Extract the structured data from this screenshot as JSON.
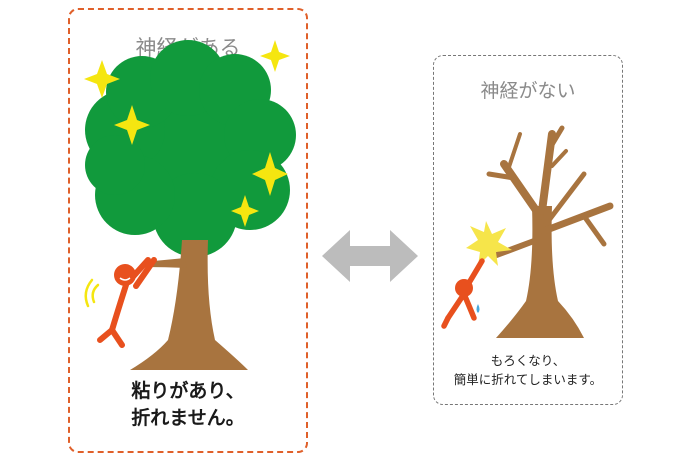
{
  "left_panel": {
    "title": "神経がある",
    "caption_line1": "粘りがあり、",
    "caption_line2": "折れません。"
  },
  "right_panel": {
    "title": "神経がない",
    "caption_line1": "もろくなり、",
    "caption_line2": "簡単に折れてしまいます。"
  },
  "colors": {
    "left_border": "#e0602a",
    "right_border": "#777777",
    "foliage": "#119a3c",
    "trunk": "#a8743f",
    "figure": "#e8501e",
    "sparkle": "#f5e610",
    "arrow": "#bcbcbc",
    "impact": "#f6e54a",
    "water_drop": "#49a9dc"
  }
}
